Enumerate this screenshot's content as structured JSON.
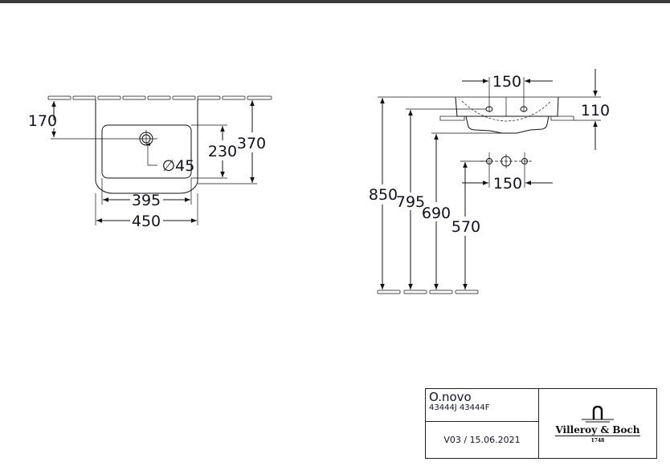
{
  "top_view": {
    "dims": {
      "d170": "170",
      "d230": "230",
      "d370": "370",
      "d395": "395",
      "d450": "450",
      "drain": "∅45"
    }
  },
  "side_view": {
    "dims": {
      "d150_top": "150",
      "d110": "110",
      "d850": "850",
      "d795": "795",
      "d690": "690",
      "d570": "570",
      "d150_bottom": "150"
    }
  },
  "title_block": {
    "product": "O.novo",
    "codes": "43444J 43444F",
    "version": "V03 / 15.06.2021",
    "brand": "Villeroy & Boch",
    "year": "1748"
  }
}
